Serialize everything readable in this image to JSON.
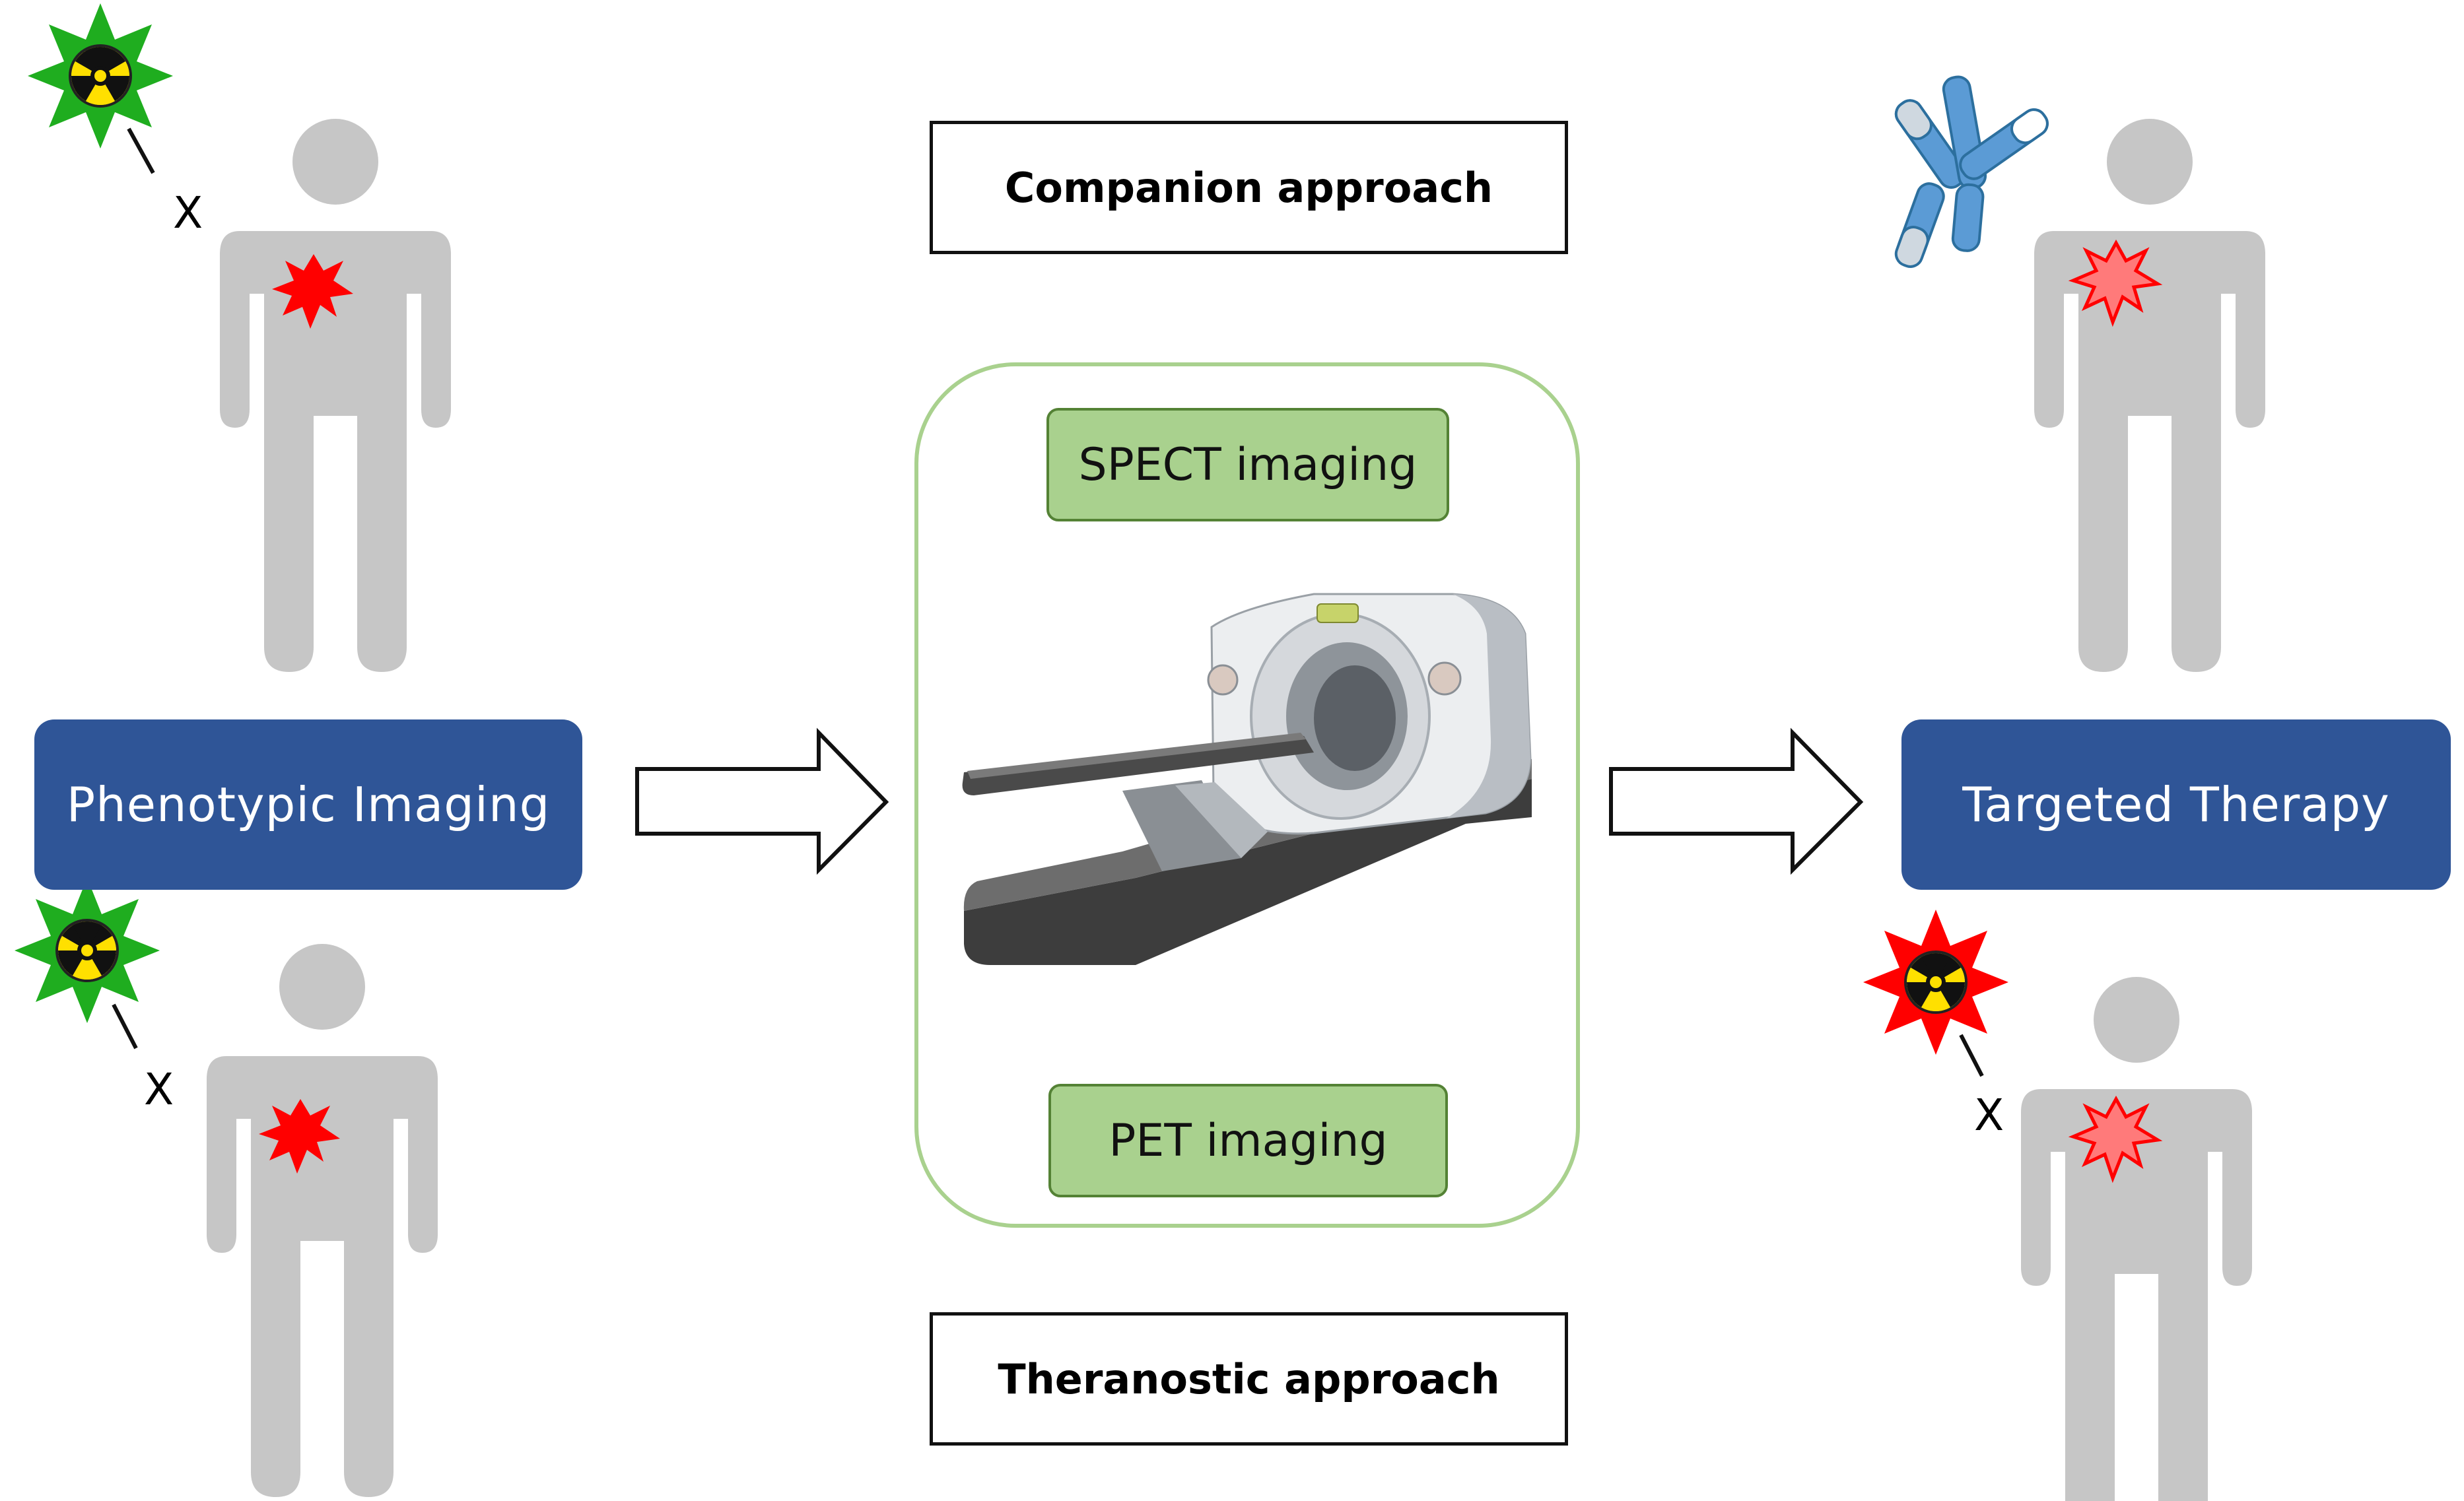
{
  "labels": {
    "phenotypic": "Phenotypic Imaging",
    "targeted": "Targeted Therapy",
    "companion": "Companion approach",
    "theranostic": "Theranostic approach",
    "spect": "SPECT imaging",
    "pet": "PET imaging",
    "linker_mark": "X"
  },
  "colors": {
    "blue_box": "#2f5597",
    "green_box": "#a9d18e",
    "green_border": "#548235",
    "figure_gray": "#c6c6c6",
    "tumor_red": "#ff0000",
    "tumor_light": "#ff7a7a",
    "antibody_blue": "#5b9bd5"
  },
  "icons": {
    "figures": [
      "person-icon",
      "person-icon",
      "person-icon",
      "person-icon"
    ],
    "tracers": [
      "radioactive-green-star-icon",
      "radioactive-green-star-icon",
      "radioactive-red-star-icon"
    ],
    "antibody": "antibody-icon",
    "scanner": "pet-ct-scanner-icon",
    "arrows": [
      "right-arrow-icon",
      "right-arrow-icon"
    ]
  }
}
